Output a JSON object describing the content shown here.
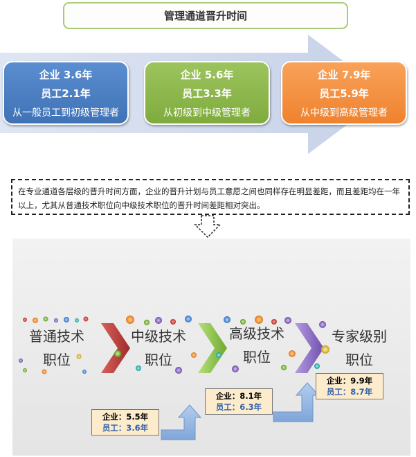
{
  "title": "管理通道晋升时间",
  "cards": [
    {
      "company": "企业 3.6年",
      "employee": "员工2.1年",
      "stage": "从一般员工到初级管理者"
    },
    {
      "company": "企业 5.6年",
      "employee": "员工3.3年",
      "stage": "从初级到中级管理者"
    },
    {
      "company": "企业 7.9年",
      "employee": "员工5.9年",
      "stage": "从中级到高级管理者"
    }
  ],
  "note": "在专业通道各层级的晋升时间方面，企业的晋升计划与员工意愿之间也同样存在明显差距，而且差距均在一年以上，尤其从普通技术职位向中级技术职位的晋升时间差距相对突出。",
  "stages": [
    {
      "line1": "普通技术",
      "line2": "职位"
    },
    {
      "line1": "中级技术",
      "line2": "职位"
    },
    {
      "line1": "高级技术",
      "line2": "职位"
    },
    {
      "line1": "专家级别",
      "line2": "职位"
    }
  ],
  "badges": [
    {
      "company": "企业：5.5年",
      "employee": "员工：3.6年"
    },
    {
      "company": "企业：8.1年",
      "employee": "员工：6.3年"
    },
    {
      "company": "企业：9.9年",
      "employee": "员工：8.7年"
    }
  ],
  "colors": {
    "blue": "#4a7fc4",
    "green": "#8bb84a",
    "orange": "#f28c3c",
    "chevron_red": "#b53a3a",
    "chevron_green": "#8bc34a",
    "chevron_purple": "#8e6fc4",
    "flow_arrow": "#8fb4e0"
  }
}
